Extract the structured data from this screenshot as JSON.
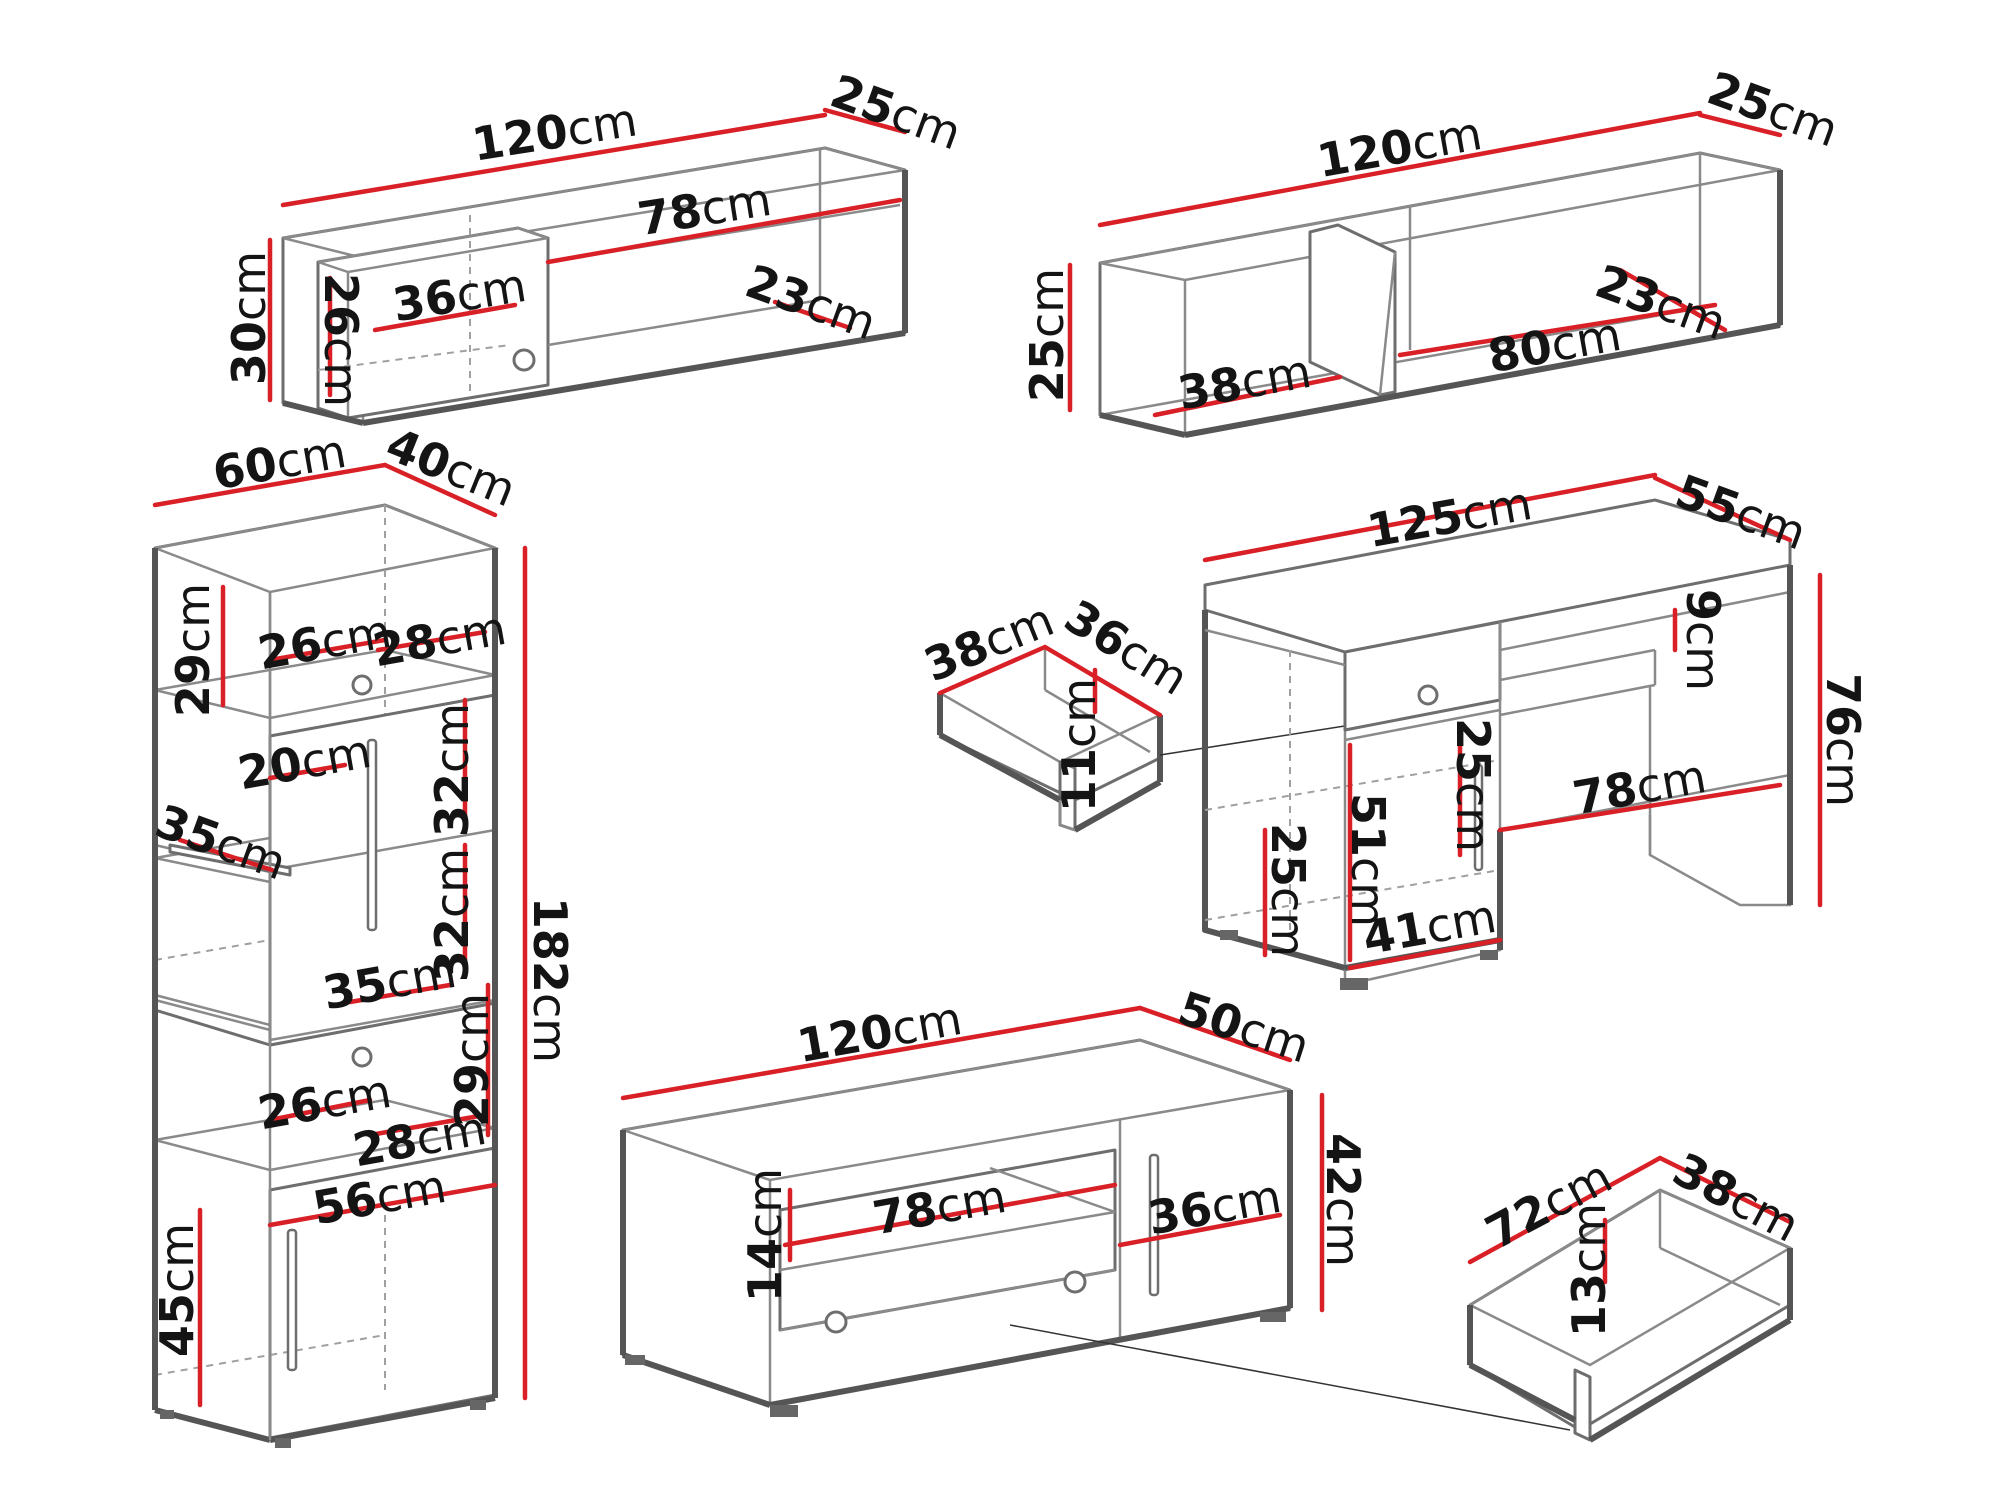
{
  "colors": {
    "dimension_line": "#d92027",
    "outline": "#6e6e6e",
    "text": "#141414",
    "background": "#ffffff"
  },
  "unit": "cm",
  "units": {
    "wall_shelf_left": [
      {
        "id": "wsl-width",
        "value": "120"
      },
      {
        "id": "wsl-depth",
        "value": "25"
      },
      {
        "id": "wsl-height",
        "value": "30"
      },
      {
        "id": "wsl-inner-width",
        "value": "78"
      },
      {
        "id": "wsl-compartment-width",
        "value": "36"
      },
      {
        "id": "wsl-compartment-height",
        "value": "26"
      },
      {
        "id": "wsl-inner-depth",
        "value": "23"
      }
    ],
    "wall_shelf_right": [
      {
        "id": "wsr-width",
        "value": "120"
      },
      {
        "id": "wsr-depth",
        "value": "25"
      },
      {
        "id": "wsr-height",
        "value": "25"
      },
      {
        "id": "wsr-inner-depth",
        "value": "23"
      },
      {
        "id": "wsr-left-width",
        "value": "38"
      },
      {
        "id": "wsr-right-width",
        "value": "80"
      }
    ],
    "tall_cabinet": [
      {
        "id": "tc-width",
        "value": "60"
      },
      {
        "id": "tc-depth",
        "value": "40"
      },
      {
        "id": "tc-height",
        "value": "182"
      },
      {
        "id": "tc-top-compartment-height",
        "value": "29"
      },
      {
        "id": "tc-top-left-width",
        "value": "26"
      },
      {
        "id": "tc-top-right-width",
        "value": "28"
      },
      {
        "id": "tc-inner-width",
        "value": "20"
      },
      {
        "id": "tc-door-upper-height",
        "value": "32"
      },
      {
        "id": "tc-shelf-depth",
        "value": "35"
      },
      {
        "id": "tc-door-lower-height",
        "value": "32"
      },
      {
        "id": "tc-lower-shelf-depth",
        "value": "35"
      },
      {
        "id": "tc-bottom-left-width",
        "value": "26"
      },
      {
        "id": "tc-bottom-compartment-height",
        "value": "29"
      },
      {
        "id": "tc-bottom-right-width",
        "value": "28"
      },
      {
        "id": "tc-base-width",
        "value": "56"
      },
      {
        "id": "tc-base-height",
        "value": "45"
      }
    ],
    "desk": [
      {
        "id": "desk-width",
        "value": "125"
      },
      {
        "id": "desk-depth",
        "value": "55"
      },
      {
        "id": "desk-height",
        "value": "76"
      },
      {
        "id": "desk-gap-height",
        "value": "9"
      },
      {
        "id": "desk-compartment-height",
        "value": "25"
      },
      {
        "id": "desk-legroom-width",
        "value": "78"
      },
      {
        "id": "desk-pedestal-height",
        "value": "51"
      },
      {
        "id": "desk-shelf-height",
        "value": "25"
      },
      {
        "id": "desk-pedestal-width",
        "value": "41"
      }
    ],
    "desk_drawer": [
      {
        "id": "dd-width",
        "value": "38"
      },
      {
        "id": "dd-depth",
        "value": "36"
      },
      {
        "id": "dd-height",
        "value": "11"
      }
    ],
    "tv_stand": [
      {
        "id": "tv-width",
        "value": "120"
      },
      {
        "id": "tv-depth",
        "value": "50"
      },
      {
        "id": "tv-height",
        "value": "42"
      },
      {
        "id": "tv-shelf-width",
        "value": "78"
      },
      {
        "id": "tv-shelf-height",
        "value": "14"
      },
      {
        "id": "tv-cabinet-width",
        "value": "36"
      }
    ],
    "tv_drawer": [
      {
        "id": "tvd-width",
        "value": "72"
      },
      {
        "id": "tvd-depth",
        "value": "38"
      },
      {
        "id": "tvd-height",
        "value": "13"
      }
    ]
  }
}
